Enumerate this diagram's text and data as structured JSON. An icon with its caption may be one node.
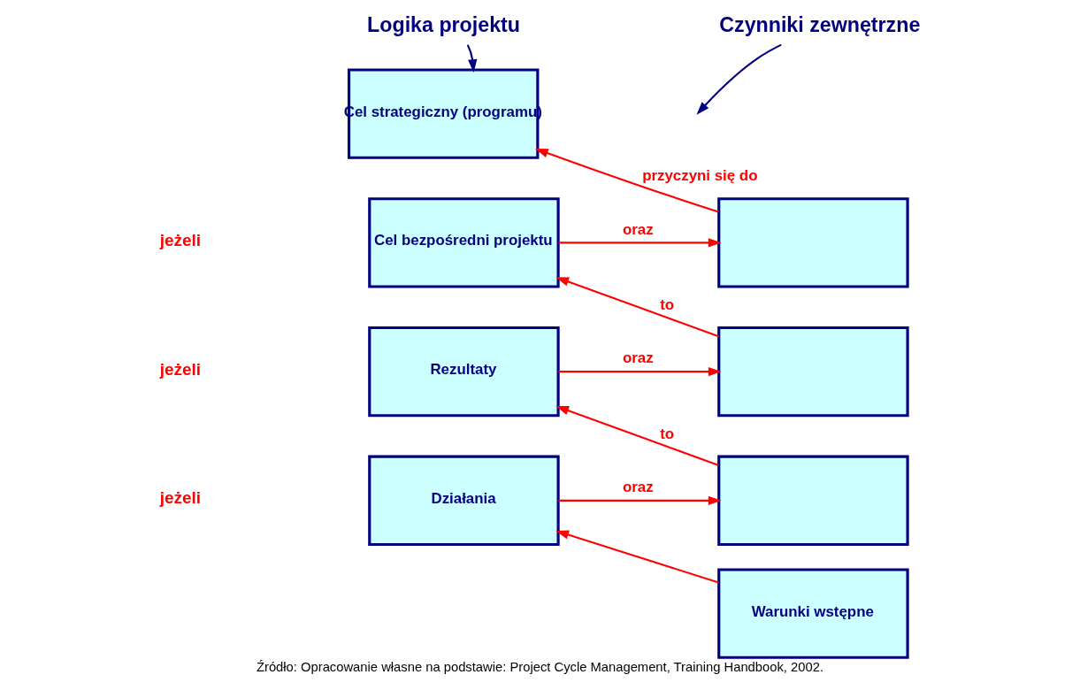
{
  "diagram": {
    "caption": "Źródło: Opracowanie własne na podstawie: Project Cycle Management, Training Handbook, 2002.",
    "nodes": [
      {
        "text": [
          "Logika projektu"
        ]
      },
      {
        "text": [
          "Czynniki zewnętrzne"
        ]
      },
      {
        "text": [
          "Cel strategiczny (programu)"
        ]
      },
      {
        "text": [
          "Cel bezpośredni projektu"
        ]
      },
      {
        "text": [
          "Rezultaty"
        ]
      },
      {
        "text": [
          "Działania"
        ]
      },
      {
        "text": [],
        "shape": "box"
      },
      {
        "text": [],
        "shape": "box"
      },
      {
        "text": [],
        "shape": "box"
      },
      {
        "text": [
          "Warunki wstępne"
        ]
      }
    ],
    "edges": [
      {
        "from": 0,
        "to": 2,
        "arrow": "to",
        "color": "#000080"
      },
      {
        "from": 1,
        "to": null,
        "arrow": "to",
        "color": "#000080"
      },
      {
        "from": 6,
        "to": 2,
        "arrow": "to",
        "label": "przyczyni się do"
      },
      {
        "from": 3,
        "to": 6,
        "arrow": "to",
        "label": "oraz"
      },
      {
        "from": 7,
        "to": 3,
        "arrow": "to",
        "label": "to"
      },
      {
        "from": 4,
        "to": 7,
        "arrow": "to",
        "label": "oraz"
      },
      {
        "from": 8,
        "to": 4,
        "arrow": "to",
        "label": "to"
      },
      {
        "from": 5,
        "to": 8,
        "arrow": "to",
        "label": "oraz"
      },
      {
        "from": 9,
        "to": 5,
        "arrow": "to"
      }
    ],
    "labels": [
      "jeżeli",
      "jeżeli",
      "jeżeli"
    ]
  }
}
